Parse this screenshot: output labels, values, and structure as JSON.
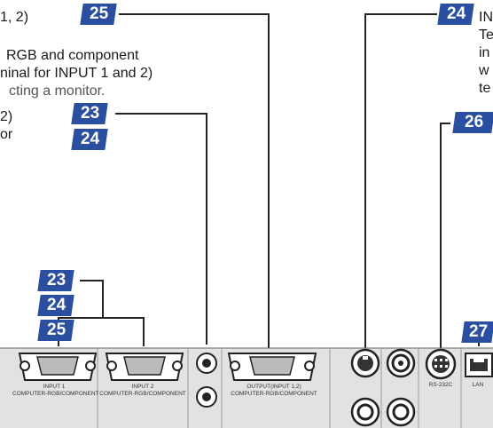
{
  "left_text": {
    "l1": "1, 2)",
    "l2": "RGB and component",
    "l3": "ninal for INPUT 1 and 2)",
    "l4": "cting a monitor.",
    "l5": "2)",
    "l6": "or"
  },
  "right_text": {
    "l1": "IN",
    "l2": "Te",
    "l3": "in",
    "l4": "w",
    "l5": "te"
  },
  "badges": {
    "b25_top": "25",
    "b24_top": "24",
    "b23_mid": "23",
    "b24_mid": "24",
    "b26_right": "26",
    "b23_left": "23",
    "b24_left": "24",
    "b25_left": "25",
    "b27_right": "27"
  },
  "panel_labels": {
    "input1_title": "INPUT 1",
    "input1_sub": "COMPUTER-RGB/COMPONENT",
    "input2_title": "INPUT 2",
    "input2_sub": "COMPUTER-RGB/COMPONENT",
    "output_title": "OUTPUT(INPUT 1,2)",
    "output_sub": "COMPUTER-RGB/COMPONENT",
    "rs232c": "RS-232C",
    "lan": "LAN"
  },
  "colors": {
    "badge": "#2b4fa0",
    "line": "#222222",
    "panel": "#dadada"
  }
}
